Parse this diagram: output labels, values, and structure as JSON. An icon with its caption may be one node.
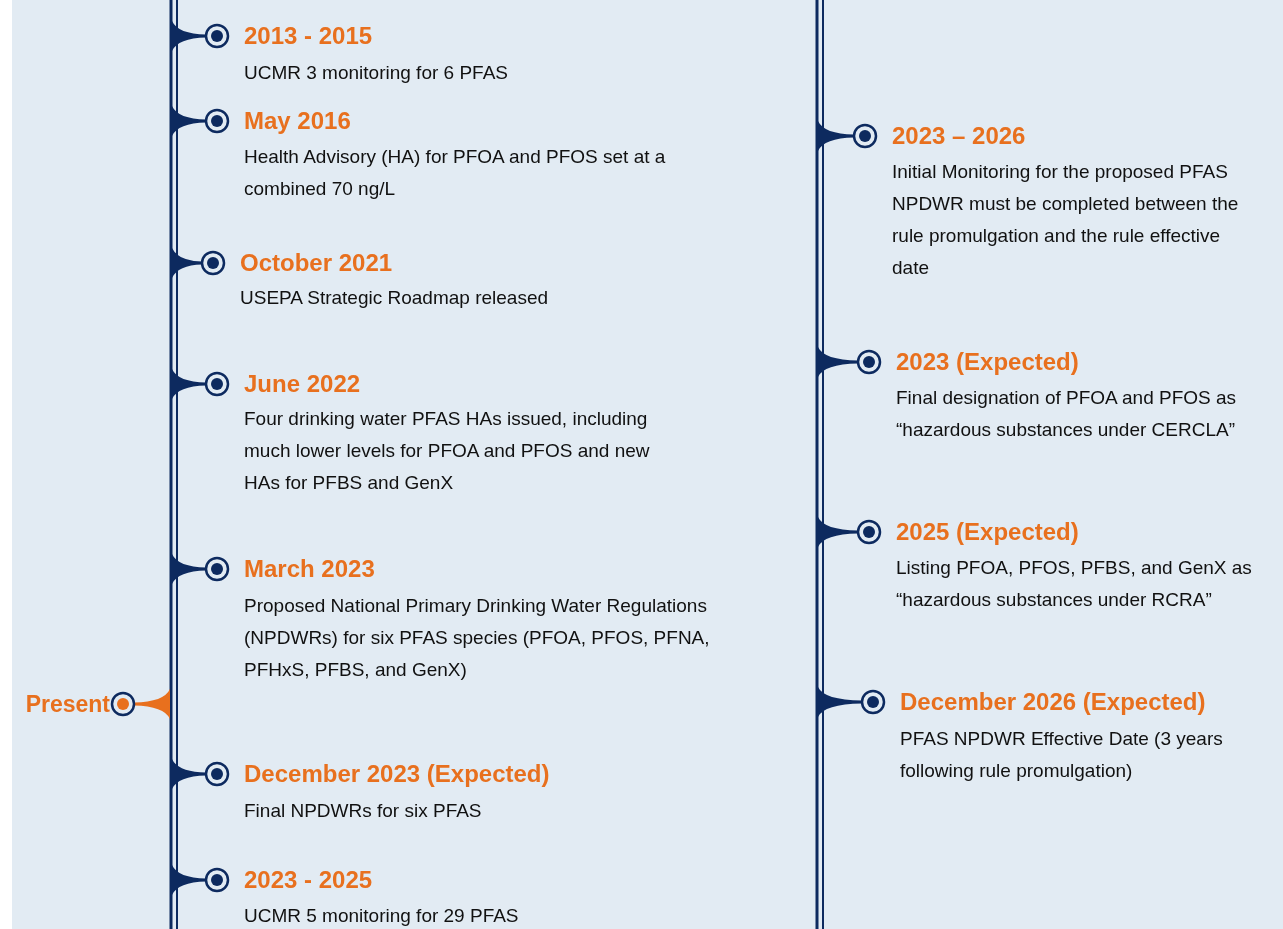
{
  "diagram": {
    "labels": [
      "2013 - 2015",
      "UCMR 3 monitoring for 6 PFAS",
      "May 2016",
      "Health Advisory (HA) for PFOA and PFOS set at a combined 70 ng/L",
      "October 2021",
      "USEPA Strategic Roadmap released",
      "June 2022",
      "Four drinking water PFAS HAs issued, including much lower levels for PFOA and PFOS and new HAs for PFBS and GenX",
      "March 2023",
      "Proposed National Primary Drinking Water Regulations (NPDWRs) for six PFAS species (PFOA, PFOS, PFNA, PFHxS, PFBS, and GenX)",
      "Present",
      "December 2023 (Expected)",
      "Final NPDWRs for six PFAS",
      "2023 - 2025",
      "UCMR 5 monitoring for 29 PFAS",
      "2023 – 2026",
      "Initial Monitoring for the proposed PFAS NPDWR must be completed between the rule promulgation and the rule effective date",
      "2023 (Expected)",
      "Final designation of PFOA and PFOS as “hazardous substances under CERCLA”",
      "2025 (Expected)",
      "Listing PFOA, PFOS, PFBS, and GenX as “hazardous substances under RCRA”",
      "December 2026 (Expected)",
      "PFAS NPDWR Effective Date (3 years following rule promulgation)"
    ]
  }
}
